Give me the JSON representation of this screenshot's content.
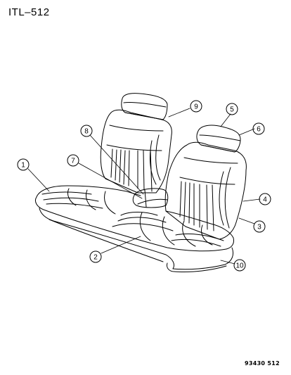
{
  "header": {
    "title": "ITL–512"
  },
  "footer": {
    "code": "93430 512"
  },
  "callouts": [
    "1",
    "2",
    "3",
    "4",
    "5",
    "6",
    "7",
    "8",
    "9",
    "10"
  ]
}
